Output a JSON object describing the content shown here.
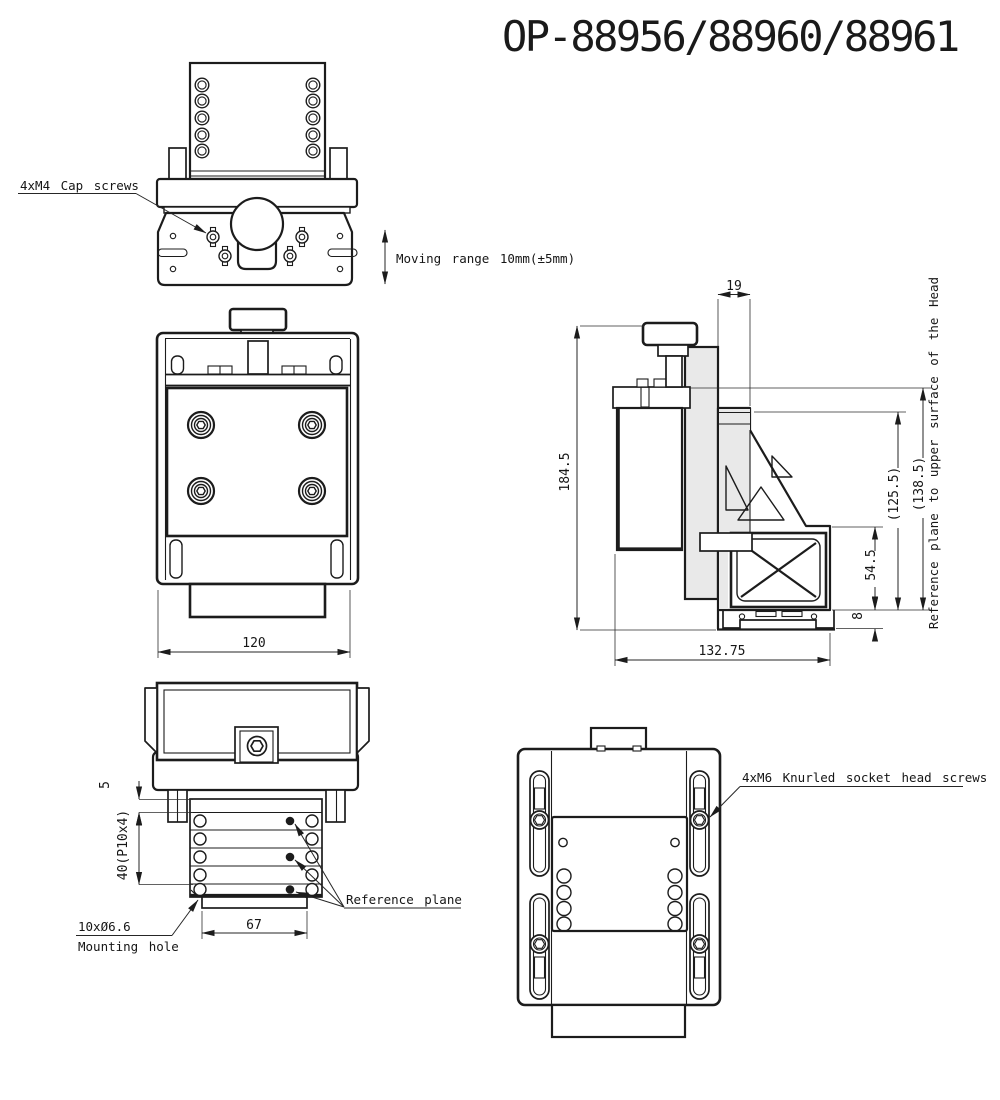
{
  "title": "OP-88956/88960/88961",
  "colors": {
    "line": "#1c1c1c",
    "background": "#ffffff",
    "section_shade": "#e9e9e9"
  },
  "top_view": {
    "cap_screws_label": "4xM4 Cap screws",
    "moving_range_label": "Moving range 10mm(±5mm)"
  },
  "front_view": {
    "width_dim": "120"
  },
  "side_view": {
    "top_offset_dim": "19",
    "height_dim": "184.5",
    "ref_dim_inner": "(125.5)",
    "ref_dim_outer": "(138.5)",
    "section_dim": "54.5",
    "foot_dim": "8",
    "depth_dim": "132.75",
    "reference_note": "Reference plane to upper surface of the Head"
  },
  "bottom_view": {
    "edge_dim": "5",
    "pitch_dim": "40(P10x4)",
    "hole_span_dim": "67",
    "mounting_hole_label_line1": "10xØ6.6",
    "mounting_hole_label_line2": "Mounting hole",
    "reference_plane_label": "Reference plane"
  },
  "rear_view": {
    "knurled_screws_label": "4xM6 Knurled socket head screws"
  }
}
